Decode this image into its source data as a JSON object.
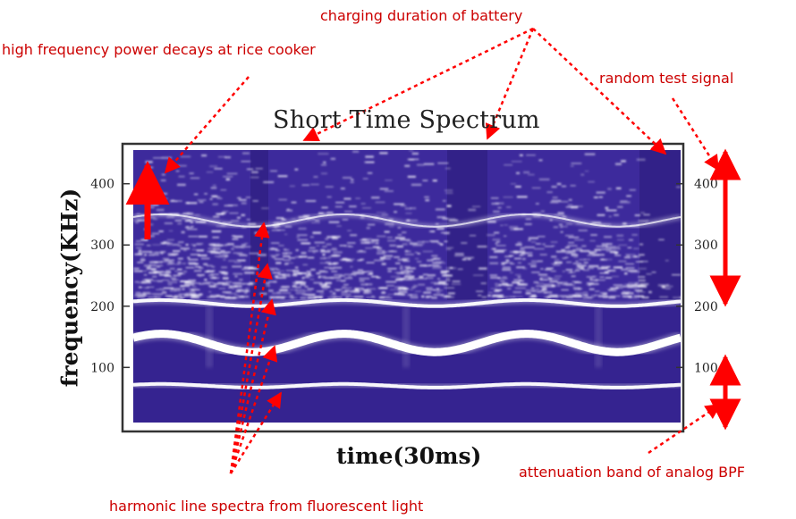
{
  "chart_data": {
    "type": "heatmap",
    "title": "Short Time Spectrum",
    "xlabel": "time(30ms)",
    "ylabel": "frequency(KHz)",
    "y_ticks": [
      100,
      200,
      300,
      400
    ],
    "right_y_ticks": [
      100,
      200,
      300,
      400
    ],
    "ylim": [
      10,
      455
    ],
    "x_ticks": [],
    "grid": false,
    "colors": {
      "background": "#3d2a9c",
      "background_dark": "#2a1a78",
      "line": "#ffffff",
      "annotation": "#cc0000"
    },
    "series": [
      {
        "level": "strong",
        "base_khz": 140,
        "swing_khz": 15
      },
      {
        "level": "medium",
        "base_khz": 70,
        "swing_khz": 3
      },
      {
        "level": "medium",
        "base_khz": 205,
        "swing_khz": 5
      },
      {
        "level": "weak",
        "base_khz": 340,
        "swing_khz": 10
      }
    ]
  },
  "annotations": {
    "rice_cooker": "high frequency power decays at rice cooker",
    "charging": "charging duration of battery",
    "random_signal": "random test signal",
    "attenuation": "attenuation band of analog BPF",
    "harmonic": "harmonic line spectra from fluorescent light"
  }
}
